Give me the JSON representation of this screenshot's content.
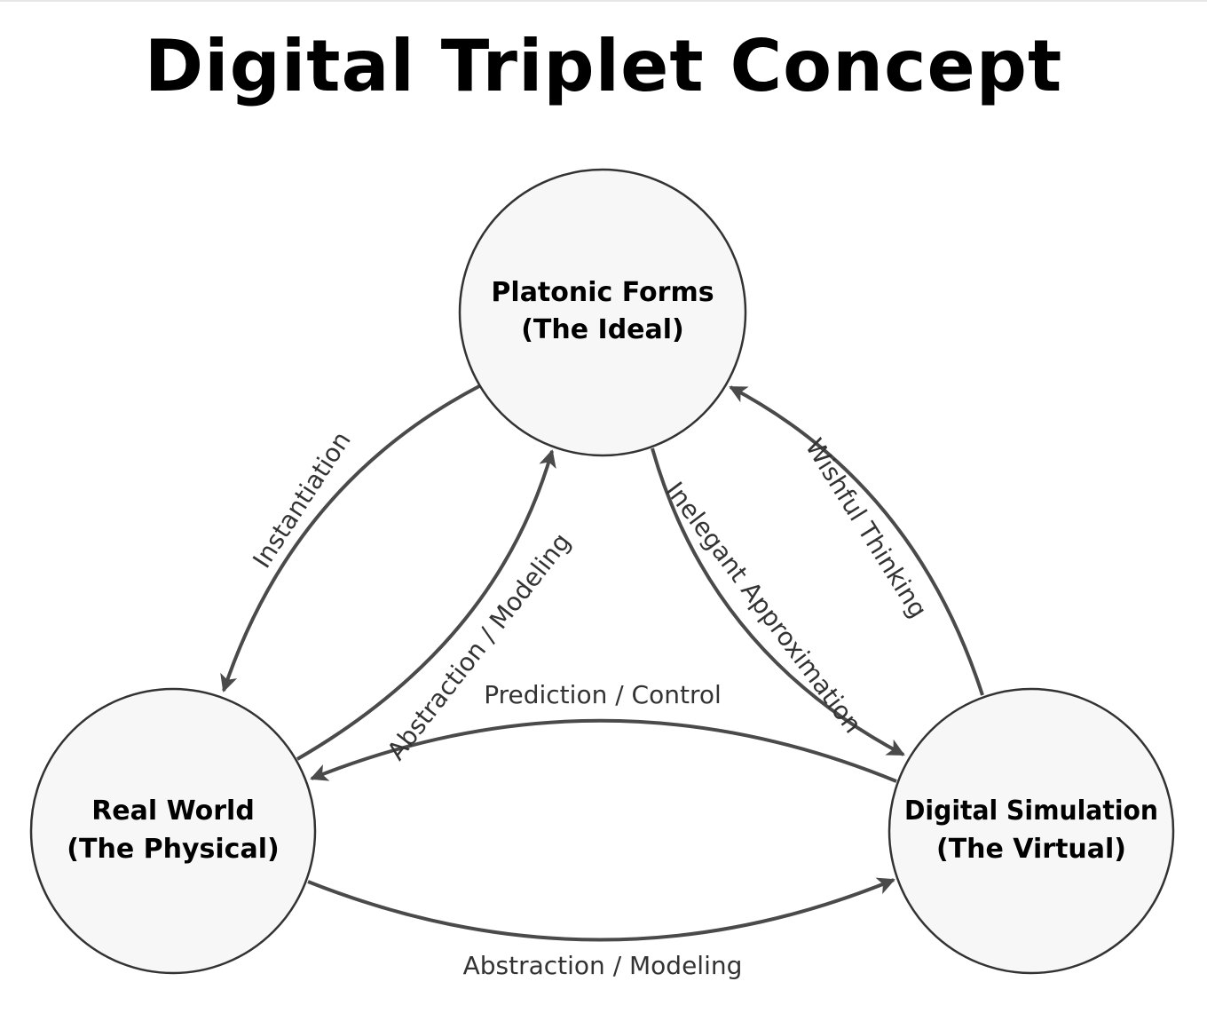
{
  "title": "Digital Triplet Concept",
  "colors": {
    "node_fill": "#f7f7f7",
    "node_stroke": "#333333",
    "edge": "#4a4a4a",
    "text": "#000000"
  },
  "nodes": [
    {
      "id": "platonic",
      "line1": "Platonic Forms",
      "line2": "(The Ideal)"
    },
    {
      "id": "real",
      "line1": "Real World",
      "line2": "(The Physical)"
    },
    {
      "id": "digital",
      "line1": "Digital Simulation",
      "line2": "(The Virtual)"
    }
  ],
  "edges": [
    {
      "from": "platonic",
      "to": "real",
      "label": "Instantiation"
    },
    {
      "from": "real",
      "to": "platonic",
      "label": "Abstraction / Modeling"
    },
    {
      "from": "platonic",
      "to": "digital",
      "label": "Inelegant Approximation"
    },
    {
      "from": "digital",
      "to": "platonic",
      "label": "Wishful Thinking"
    },
    {
      "from": "digital",
      "to": "real",
      "label": "Prediction / Control"
    },
    {
      "from": "real",
      "to": "digital",
      "label": "Abstraction / Modeling"
    }
  ]
}
